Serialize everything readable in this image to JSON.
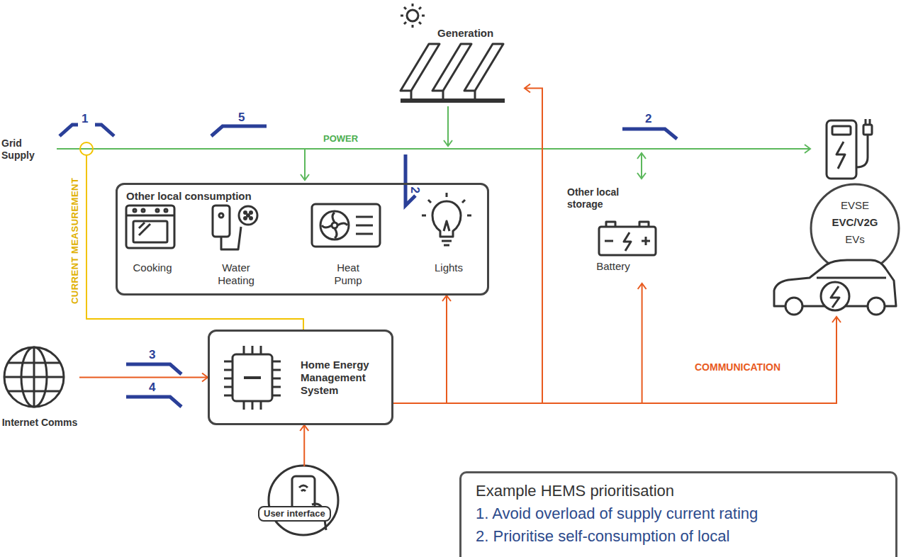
{
  "diagram": {
    "nodes": [
      {
        "text": [
          "Generation"
        ]
      },
      {
        "text": [
          "Other local consumption"
        ]
      },
      {
        "text": [
          "Cooking"
        ],
        "in": 1
      },
      {
        "text": [
          "Water Heating"
        ],
        "in": 1
      },
      {
        "text": [
          "Heat Pump"
        ],
        "in": 1
      },
      {
        "text": [
          "Lights"
        ],
        "in": 1
      },
      {
        "text": [
          "Other local storage",
          "Battery"
        ]
      },
      {
        "text": [
          "EVSE",
          "EVC/V2G",
          "EVs"
        ]
      },
      {
        "text": [
          "Internet Comms"
        ]
      },
      {
        "text": [
          "Home Energy Management System"
        ]
      },
      {
        "text": [
          "User interface"
        ]
      },
      {
        "text": [
          "Example HEMS prioritisation",
          "1. Avoid overload of supply current rating",
          "2. Prioritise self-consumption of local"
        ]
      }
    ],
    "edges": [
      {
        "from": 8,
        "to": 9,
        "arrow": "to"
      },
      {
        "from": 10,
        "to": 9,
        "arrow": "to"
      },
      {
        "from": 9,
        "to": 1,
        "arrow": "to"
      },
      {
        "from": 9,
        "to": 0,
        "arrow": "to"
      },
      {
        "from": 9,
        "to": 6,
        "arrow": "to"
      },
      {
        "from": 9,
        "to": 7,
        "arrow": "to",
        "label": "COMMUNICATION"
      }
    ],
    "labels": [
      "Grid Supply",
      "1",
      "5",
      "2",
      "POWER",
      "2",
      "CURRENT MEASUREMENT",
      "3",
      "4"
    ]
  }
}
